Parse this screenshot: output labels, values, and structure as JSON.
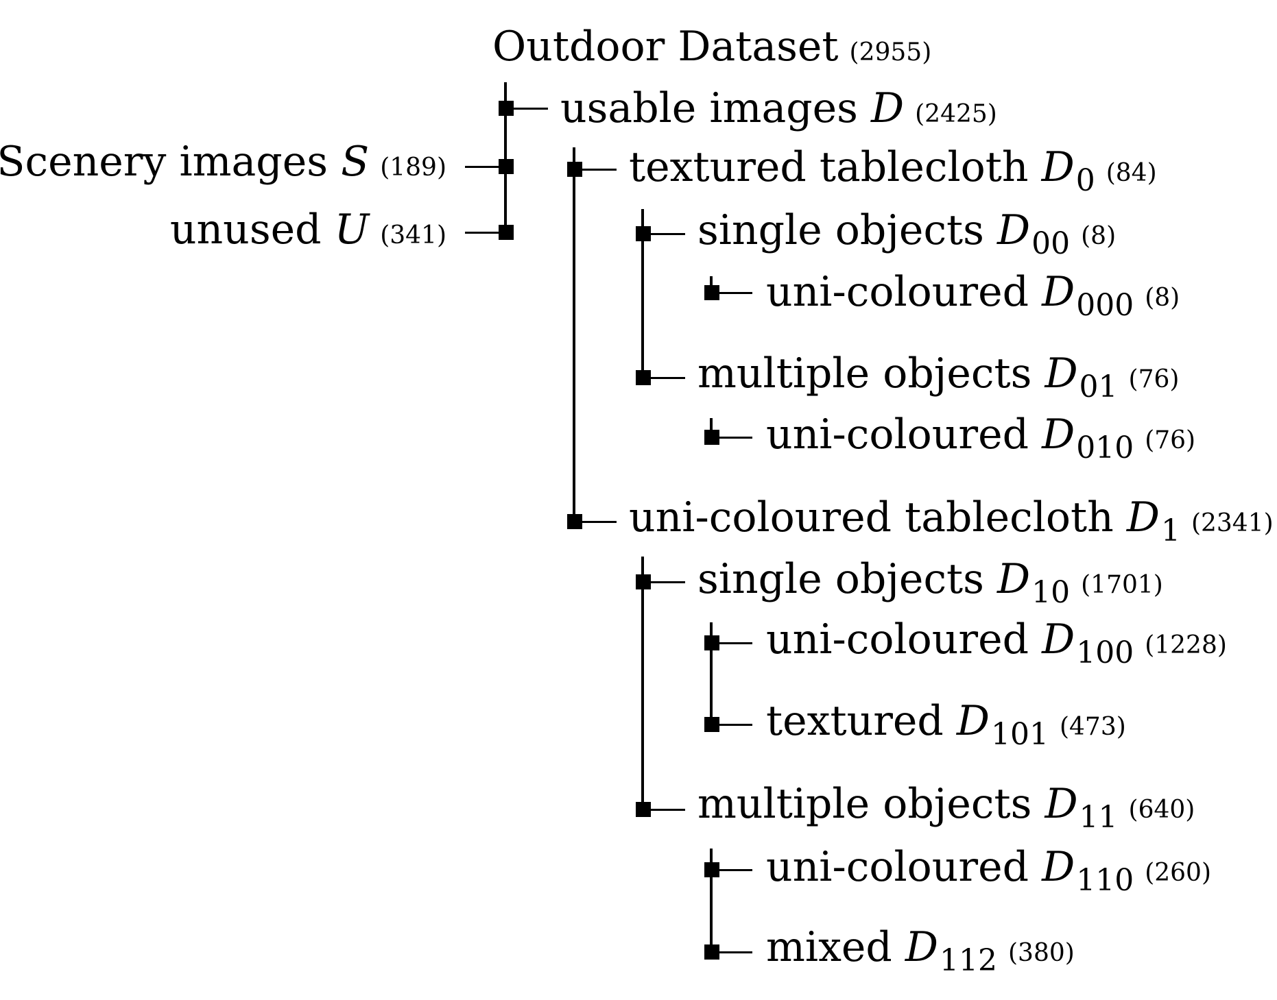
{
  "root": {
    "label": "Outdoor Dataset",
    "count": "(2955)"
  },
  "nodes": {
    "usable": {
      "label": "usable images",
      "symbol": "D",
      "sub": "",
      "count": "(2425)"
    },
    "scenery": {
      "label": "Scenery images",
      "symbol": "S",
      "sub": "",
      "count": "(189)"
    },
    "unused": {
      "label": "unused",
      "symbol": "U",
      "sub": "",
      "count": "(341)"
    },
    "d0": {
      "label": "textured tablecloth",
      "symbol": "D",
      "sub": "0",
      "count": "(84)"
    },
    "d00": {
      "label": "single objects",
      "symbol": "D",
      "sub": "00",
      "count": "(8)"
    },
    "d000": {
      "label": "uni-coloured",
      "symbol": "D",
      "sub": "000",
      "count": "(8)"
    },
    "d01": {
      "label": "multiple objects",
      "symbol": "D",
      "sub": "01",
      "count": "(76)"
    },
    "d010": {
      "label": "uni-coloured",
      "symbol": "D",
      "sub": "010",
      "count": "(76)"
    },
    "d1": {
      "label": "uni-coloured tablecloth",
      "symbol": "D",
      "sub": "1",
      "count": "(2341)"
    },
    "d10": {
      "label": "single objects",
      "symbol": "D",
      "sub": "10",
      "count": "(1701)"
    },
    "d100": {
      "label": "uni-coloured",
      "symbol": "D",
      "sub": "100",
      "count": "(1228)"
    },
    "d101": {
      "label": "textured",
      "symbol": "D",
      "sub": "101",
      "count": "(473)"
    },
    "d11": {
      "label": "multiple objects",
      "symbol": "D",
      "sub": "11",
      "count": "(640)"
    },
    "d110": {
      "label": "uni-coloured",
      "symbol": "D",
      "sub": "110",
      "count": "(260)"
    },
    "d112": {
      "label": "mixed",
      "symbol": "D",
      "sub": "112",
      "count": "(380)"
    }
  }
}
